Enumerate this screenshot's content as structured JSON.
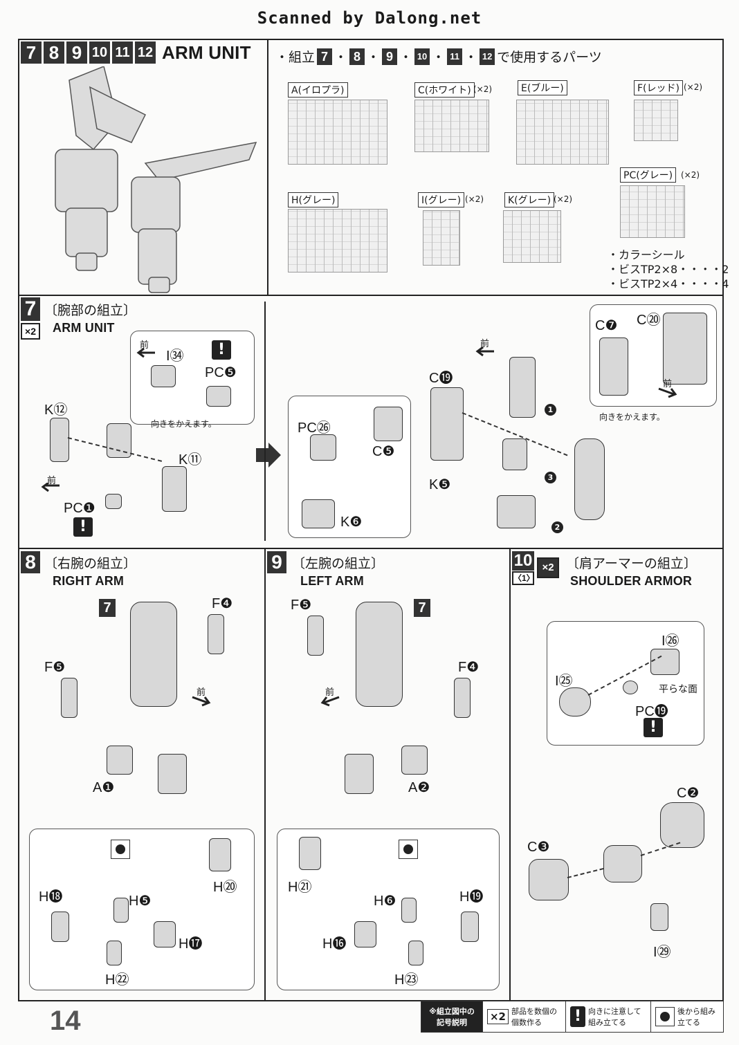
{
  "scan_credit": "Scanned by Dalong.net",
  "page_number": "14",
  "header": {
    "step_numbers": [
      "7",
      "8",
      "9",
      "10",
      "11",
      "12"
    ],
    "title": "ARM UNIT",
    "parts_intro": "・組立",
    "parts_steps": [
      "7",
      "8",
      "9",
      "10",
      "11",
      "12"
    ],
    "parts_suffix": "で使用するパーツ"
  },
  "runners": [
    {
      "tag": "A(イロプラ)",
      "mult": ""
    },
    {
      "tag": "C(ホワイト)",
      "mult": "(×2)"
    },
    {
      "tag": "E(ブルー)",
      "mult": ""
    },
    {
      "tag": "F(レッド)",
      "mult": "(×2)"
    },
    {
      "tag": "PC(グレー)",
      "mult": "(×2)"
    },
    {
      "tag": "H(グレー)",
      "mult": ""
    },
    {
      "tag": "I(グレー)",
      "mult": "(×2)"
    },
    {
      "tag": "K(グレー)",
      "mult": "(×2)"
    }
  ],
  "extras": [
    "・カラーシール",
    "・ビスTP2×8・・・・2",
    "・ビスTP2×4・・・・4"
  ],
  "step7": {
    "num": "7",
    "jp": "〔腕部の組立〕",
    "en": "ARM UNIT",
    "mult": "×2",
    "front": "前",
    "turn_note": "向きをかえます。",
    "labels": {
      "k12": "K⑫",
      "k11": "K⑪",
      "pc1": "PC❶",
      "i34": "I㉞",
      "pc5": "PC❺",
      "pc26": "PC㉖",
      "c5": "C❺",
      "k6": "K❻",
      "k5": "K❺",
      "c19": "C⓳",
      "c7": "C❼",
      "c20": "C⑳"
    },
    "seq": [
      "1",
      "2",
      "3"
    ]
  },
  "step8": {
    "num": "8",
    "jp": "〔右腕の組立〕",
    "en": "RIGHT ARM",
    "ref": "7",
    "labels": {
      "f4": "F❹",
      "f5": "F❺",
      "a1": "A❶",
      "h18": "H⓲",
      "h5": "H❺",
      "h20": "H⑳",
      "h17": "H⓱",
      "h22": "H㉒"
    },
    "front": "前"
  },
  "step9": {
    "num": "9",
    "jp": "〔左腕の組立〕",
    "en": "LEFT ARM",
    "ref": "7",
    "labels": {
      "f5": "F❺",
      "f4": "F❹",
      "a2": "A❷",
      "h21": "H㉑",
      "h6": "H❻",
      "h19": "H⓳",
      "h16": "H⓰",
      "h23": "H㉓"
    },
    "front": "前"
  },
  "step10": {
    "num": "10",
    "sub": "〈1〉",
    "mult": "×2",
    "jp": "〔肩アーマーの組立〕",
    "en": "SHOULDER ARMOR",
    "labels": {
      "i26": "I㉖",
      "i25": "I㉕",
      "flat": "平らな面",
      "pc19": "PC⓳",
      "c2": "C❷",
      "c3": "C❸",
      "i29": "I㉙"
    }
  },
  "legend": {
    "title": "※組立図中の記号説明",
    "x2": "×2",
    "x2_text": "部品を数個の個数作る",
    "warn": "!",
    "warn_text": "向きに注意して組み立てる",
    "back_text": "後から組み立てる"
  }
}
